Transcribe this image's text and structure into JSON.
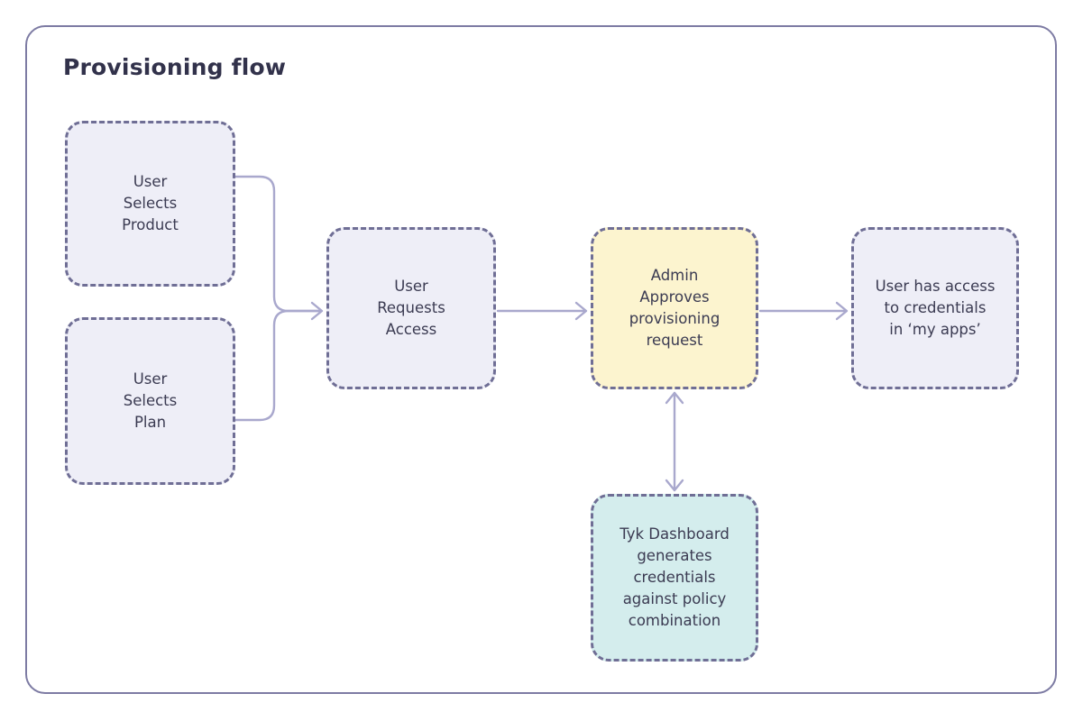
{
  "diagram": {
    "title": "Provisioning flow",
    "type": "flowchart",
    "frame": {
      "border_color": "#7d7ba3",
      "background": "#ffffff"
    },
    "style": {
      "node_border_color": "#6f6e95",
      "node_border_style": "dashed",
      "node_text_color": "#3b3b52",
      "title_color": "#32324b",
      "connector_color": "#a9a8cd",
      "fill_lavender": "#eeeef7",
      "fill_yellow": "#fcf4cf",
      "fill_teal": "#d4eded"
    },
    "nodes": [
      {
        "id": "user-selects-product",
        "label": "User\nSelects\nProduct",
        "fill": "#eeeef7"
      },
      {
        "id": "user-selects-plan",
        "label": "User\nSelects\nPlan",
        "fill": "#eeeef7"
      },
      {
        "id": "user-requests-access",
        "label": "User\nRequests\nAccess",
        "fill": "#eeeef7"
      },
      {
        "id": "admin-approves",
        "label": "Admin\nApproves\nprovisioning\nrequest",
        "fill": "#fcf4cf"
      },
      {
        "id": "user-has-access",
        "label": "User has access\nto credentials\nin ‘my apps’",
        "fill": "#eeeef7"
      },
      {
        "id": "tyk-dashboard",
        "label": "Tyk Dashboard\ngenerates\ncredentials\nagainst policy\ncombination",
        "fill": "#d4eded"
      }
    ],
    "edges": [
      {
        "from": "user-selects-product",
        "to": "user-requests-access",
        "arrow": "single",
        "label": ""
      },
      {
        "from": "user-selects-plan",
        "to": "user-requests-access",
        "arrow": "single",
        "label": ""
      },
      {
        "from": "user-requests-access",
        "to": "admin-approves",
        "arrow": "single",
        "label": ""
      },
      {
        "from": "admin-approves",
        "to": "user-has-access",
        "arrow": "single",
        "label": ""
      },
      {
        "from": "admin-approves",
        "to": "tyk-dashboard",
        "arrow": "double",
        "label": ""
      }
    ]
  }
}
